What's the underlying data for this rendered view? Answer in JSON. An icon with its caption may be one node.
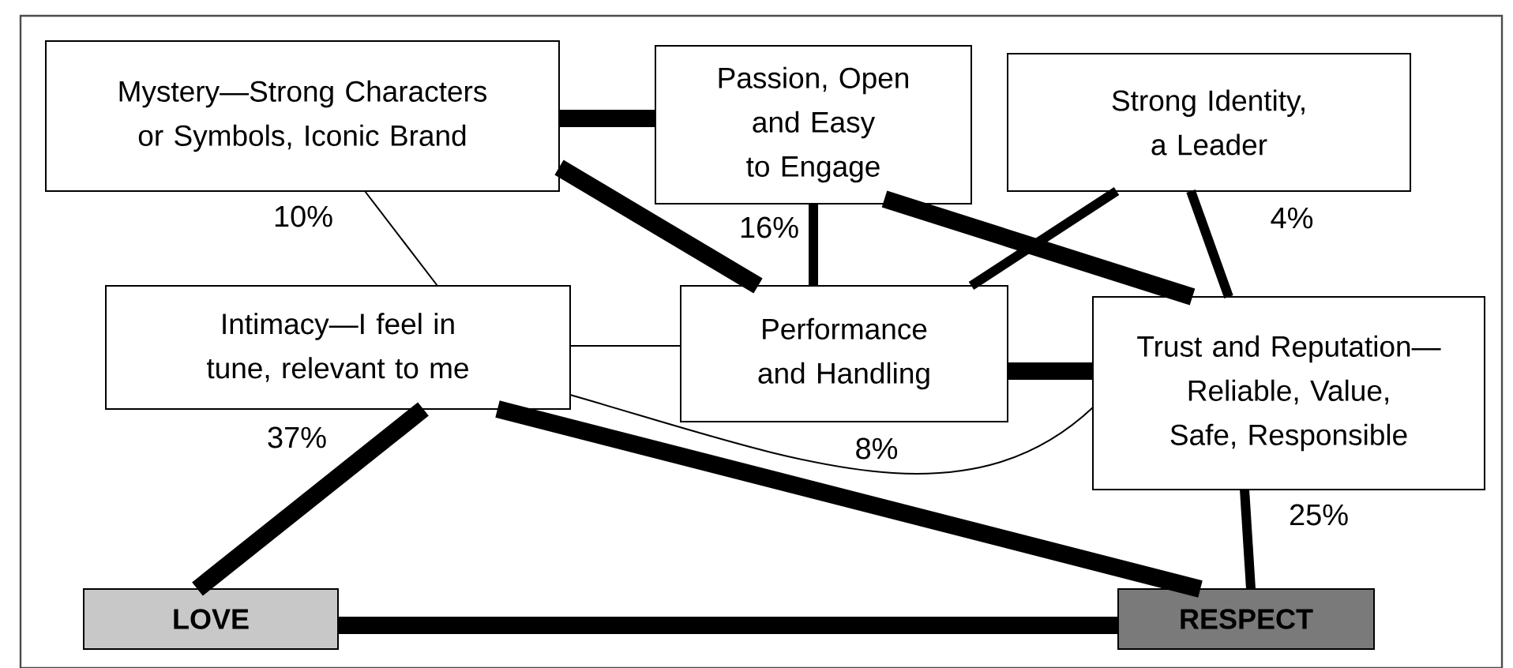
{
  "diagram": {
    "nodes": [
      {
        "text": [
          "Mystery—Strong Characters or Symbols, Iconic Brand"
        ],
        "beside": [
          "10%"
        ]
      },
      {
        "text": [
          "Passion, Open and Easy to Engage"
        ],
        "beside": [
          "16%"
        ]
      },
      {
        "text": [
          "Strong Identity, a Leader"
        ],
        "beside": [
          "4%"
        ]
      },
      {
        "text": [
          "Intimacy—I feel in tune, relevant to me"
        ],
        "beside": [
          "37%"
        ]
      },
      {
        "text": [
          "Performance and Handling"
        ],
        "beside": [
          "8%"
        ]
      },
      {
        "text": [
          "Trust and Reputation— Reliable, Value, Safe, Responsible"
        ],
        "beside": [
          "25%"
        ]
      },
      {
        "text": [
          "LOVE"
        ]
      },
      {
        "text": [
          "RESPECT"
        ]
      }
    ],
    "edges": [
      {
        "from": 0,
        "to": 1,
        "arrow": "none",
        "style": "thick"
      },
      {
        "from": 0,
        "to": 4,
        "arrow": "none",
        "style": "thick"
      },
      {
        "from": 0,
        "to": 3,
        "arrow": "none"
      },
      {
        "from": 1,
        "to": 4,
        "arrow": "none"
      },
      {
        "from": 1,
        "to": 5,
        "arrow": "none",
        "style": "thick"
      },
      {
        "from": 2,
        "to": 4,
        "arrow": "none"
      },
      {
        "from": 2,
        "to": 5,
        "arrow": "none"
      },
      {
        "from": 3,
        "to": 4,
        "arrow": "none"
      },
      {
        "from": 3,
        "to": 5,
        "arrow": "none"
      },
      {
        "from": 4,
        "to": 5,
        "arrow": "none",
        "style": "thick"
      },
      {
        "from": 3,
        "to": 6,
        "arrow": "none",
        "style": "thick"
      },
      {
        "from": 3,
        "to": 7,
        "arrow": "none",
        "style": "thick"
      },
      {
        "from": 5,
        "to": 7,
        "arrow": "none"
      },
      {
        "from": 6,
        "to": 7,
        "arrow": "none",
        "style": "thick"
      }
    ]
  }
}
